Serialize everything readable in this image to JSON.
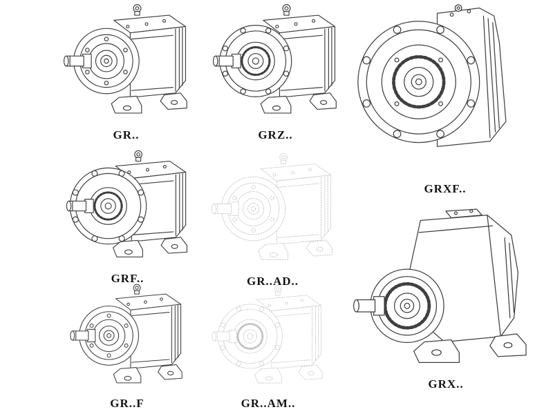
{
  "page": {
    "background": "#ffffff",
    "ink_color": "#3f3f3f",
    "ghost_ink_color": "#c3c3c3",
    "description": "Catalog sheet of helical gear reducer model line drawings"
  },
  "figures": [
    {
      "id": "gr",
      "label": "GR..",
      "drawing": "gear-reducer-foot-mounted",
      "style": "solid"
    },
    {
      "id": "grz",
      "label": "GRZ..",
      "drawing": "gear-reducer-foot-mounted-flange",
      "style": "solid"
    },
    {
      "id": "grxf",
      "label": "GRXF..",
      "drawing": "gear-reducer-flange-front-view",
      "style": "solid"
    },
    {
      "id": "grf",
      "label": "GRF..",
      "drawing": "gear-reducer-large-flange",
      "style": "solid"
    },
    {
      "id": "grad",
      "label": "GR..AD..",
      "drawing": "gear-reducer-input-adapter",
      "style": "ghost"
    },
    {
      "id": "grx",
      "label": "GRX..",
      "drawing": "gear-reducer-large-foot-mounted",
      "style": "solid"
    },
    {
      "id": "grdf",
      "label": "GR..F",
      "drawing": "gear-reducer-foot-mounted",
      "style": "solid"
    },
    {
      "id": "gram",
      "label": "GR..AM..",
      "drawing": "gear-reducer-motor-flange",
      "style": "ghost"
    }
  ]
}
